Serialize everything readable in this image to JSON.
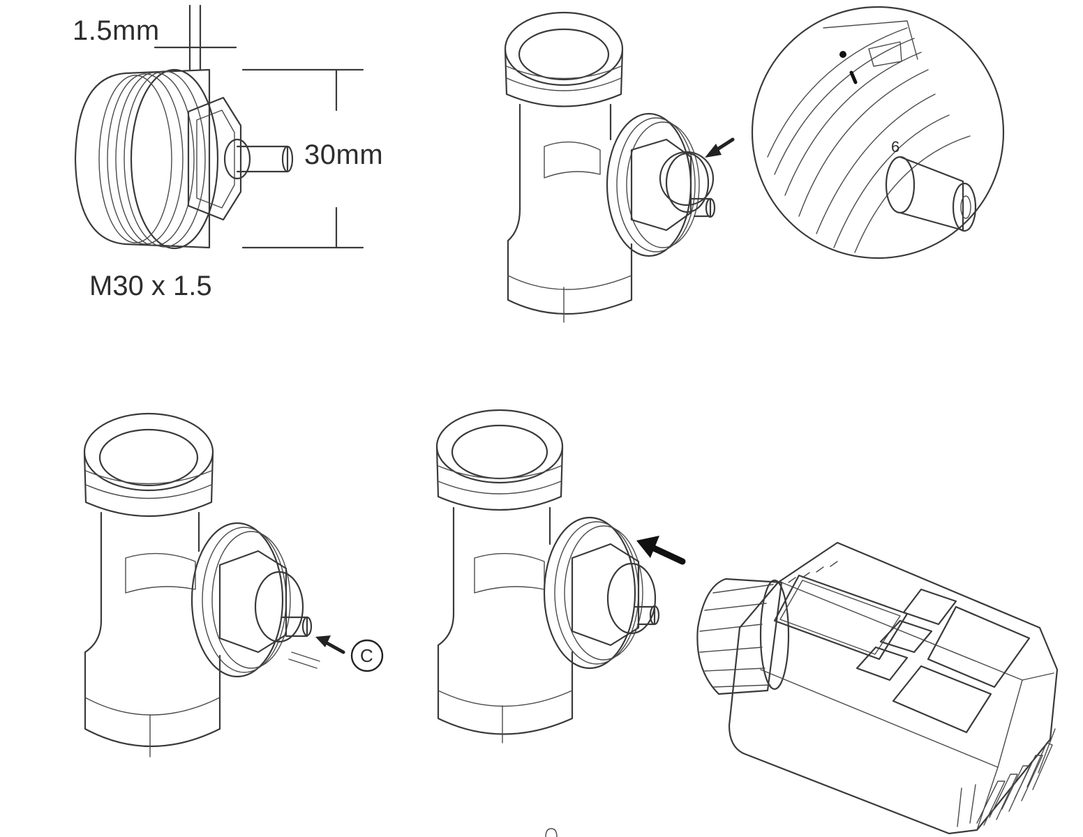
{
  "labels": {
    "pitch": "1.5mm",
    "diameter": "30mm",
    "thread": "M30 x 1.5",
    "detail_marker": "6",
    "step_marker": "C"
  }
}
